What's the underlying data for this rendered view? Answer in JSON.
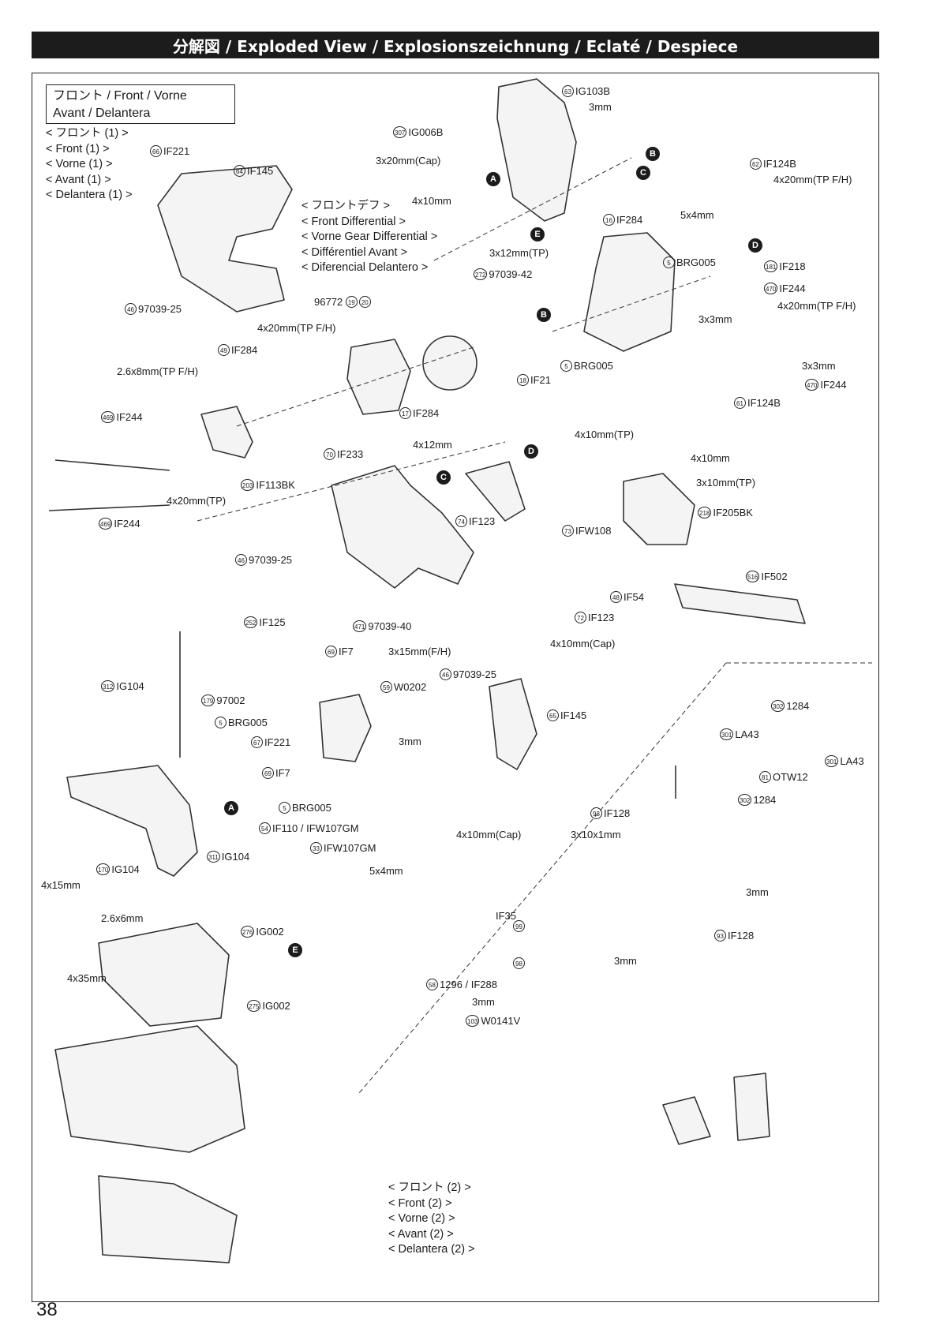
{
  "header": {
    "title": "分解図 / Exploded View / Explosionszeichnung / Eclaté / Despiece"
  },
  "section": {
    "line1": "フロント / Front / Vorne",
    "line2": "Avant / Delantera"
  },
  "headings": {
    "front1": [
      "< フロント (1) >",
      "< Front (1) >",
      "< Vorne (1) >",
      "< Avant (1) >",
      "< Delantera (1) >"
    ],
    "diff": [
      "< フロントデフ >",
      "< Front Differential >",
      "< Vorne Gear Differential >",
      "< Différentiel Avant >",
      "< Diferencial Delantero >"
    ],
    "front2": [
      "< フロント (2) >",
      "< Front (2) >",
      "< Vorne (2) >",
      "< Avant (2) >",
      "< Delantera (2) >"
    ]
  },
  "page_number": "38",
  "callouts": [
    {
      "num": "63",
      "text": "IG103B"
    },
    {
      "num": "",
      "text": "3mm"
    },
    {
      "num": "307",
      "text": "IG006B"
    },
    {
      "num": "",
      "text": "3x20mm(Cap)"
    },
    {
      "num": "",
      "text": "4x10mm"
    },
    {
      "num": "62",
      "text": "IF124B"
    },
    {
      "num": "",
      "text": "4x20mm(TP F/H)"
    },
    {
      "num": "66",
      "text": "IF221"
    },
    {
      "num": "64",
      "text": "IF145"
    },
    {
      "num": "16",
      "text": "IF284"
    },
    {
      "num": "",
      "text": "5x4mm"
    },
    {
      "num": "",
      "text": "3x12mm(TP)"
    },
    {
      "num": "272",
      "text": "97039-42"
    },
    {
      "num": "5",
      "text": "BRG005"
    },
    {
      "num": "181",
      "text": "IF218"
    },
    {
      "num": "470",
      "text": "IF244"
    },
    {
      "num": "",
      "text": "4x20mm(TP F/H)"
    },
    {
      "num": "46",
      "text": "97039-25"
    },
    {
      "num": "",
      "text": "96772"
    },
    {
      "num": "19",
      "text": ""
    },
    {
      "num": "20",
      "text": ""
    },
    {
      "num": "",
      "text": "3x3mm"
    },
    {
      "num": "",
      "text": "3x3mm"
    },
    {
      "num": "470",
      "text": "IF244"
    },
    {
      "num": "61",
      "text": "IF124B"
    },
    {
      "num": "",
      "text": "4x20mm(TP F/H)"
    },
    {
      "num": "49",
      "text": "IF284"
    },
    {
      "num": "",
      "text": "2.6x8mm(TP F/H)"
    },
    {
      "num": "18",
      "text": "IF21"
    },
    {
      "num": "5",
      "text": "BRG005"
    },
    {
      "num": "17",
      "text": "IF284"
    },
    {
      "num": "469",
      "text": "IF244"
    },
    {
      "num": "",
      "text": "4x12mm"
    },
    {
      "num": "70",
      "text": "IF233"
    },
    {
      "num": "",
      "text": "4x10mm(TP)"
    },
    {
      "num": "",
      "text": "4x10mm"
    },
    {
      "num": "",
      "text": "3x10mm(TP)"
    },
    {
      "num": "203",
      "text": "IF113BK"
    },
    {
      "num": "",
      "text": "4x20mm(TP)"
    },
    {
      "num": "218",
      "text": "IF205BK"
    },
    {
      "num": "469",
      "text": "IF244"
    },
    {
      "num": "74",
      "text": "IF123"
    },
    {
      "num": "73",
      "text": "IFW108"
    },
    {
      "num": "46",
      "text": "97039-25"
    },
    {
      "num": "516",
      "text": "IF502"
    },
    {
      "num": "48",
      "text": "IF54"
    },
    {
      "num": "72",
      "text": "IF123"
    },
    {
      "num": "471",
      "text": "97039-40"
    },
    {
      "num": "252",
      "text": "IF125"
    },
    {
      "num": "69",
      "text": "IF7"
    },
    {
      "num": "",
      "text": "3x15mm(F/H)"
    },
    {
      "num": "",
      "text": "4x10mm(Cap)"
    },
    {
      "num": "312",
      "text": "IG104"
    },
    {
      "num": "179",
      "text": "97002"
    },
    {
      "num": "59",
      "text": "W0202"
    },
    {
      "num": "46",
      "text": "97039-25"
    },
    {
      "num": "5",
      "text": "BRG005"
    },
    {
      "num": "65",
      "text": "IF145"
    },
    {
      "num": "67",
      "text": "IF221"
    },
    {
      "num": "",
      "text": "3mm"
    },
    {
      "num": "69",
      "text": "IF7"
    },
    {
      "num": "5",
      "text": "BRG005"
    },
    {
      "num": "54",
      "text": "IF110 / IFW107GM"
    },
    {
      "num": "33",
      "text": "IFW107GM"
    },
    {
      "num": "",
      "text": "4x10mm(Cap)"
    },
    {
      "num": "",
      "text": "5x4mm"
    },
    {
      "num": "311",
      "text": "IG104"
    },
    {
      "num": "170",
      "text": "IG104"
    },
    {
      "num": "",
      "text": "4x15mm"
    },
    {
      "num": "",
      "text": "2.6x6mm"
    },
    {
      "num": "302",
      "text": "1284"
    },
    {
      "num": "301",
      "text": "LA43"
    },
    {
      "num": "81",
      "text": "OTW12"
    },
    {
      "num": "301",
      "text": "LA43"
    },
    {
      "num": "302",
      "text": "1284"
    },
    {
      "num": "93",
      "text": "IF128"
    },
    {
      "num": "",
      "text": "3x10x1mm"
    },
    {
      "num": "",
      "text": "3mm"
    },
    {
      "num": "276",
      "text": "IG002"
    },
    {
      "num": "275",
      "text": "IG002"
    },
    {
      "num": "",
      "text": "4x35mm"
    },
    {
      "num": "",
      "text": "IF35"
    },
    {
      "num": "99",
      "text": ""
    },
    {
      "num": "98",
      "text": ""
    },
    {
      "num": "93",
      "text": "IF128"
    },
    {
      "num": "",
      "text": "3mm"
    },
    {
      "num": "58",
      "text": "1296 / IF288"
    },
    {
      "num": "",
      "text": "3mm"
    },
    {
      "num": "103",
      "text": "W0141V"
    }
  ],
  "letters": [
    "A",
    "B",
    "C",
    "D",
    "E"
  ]
}
